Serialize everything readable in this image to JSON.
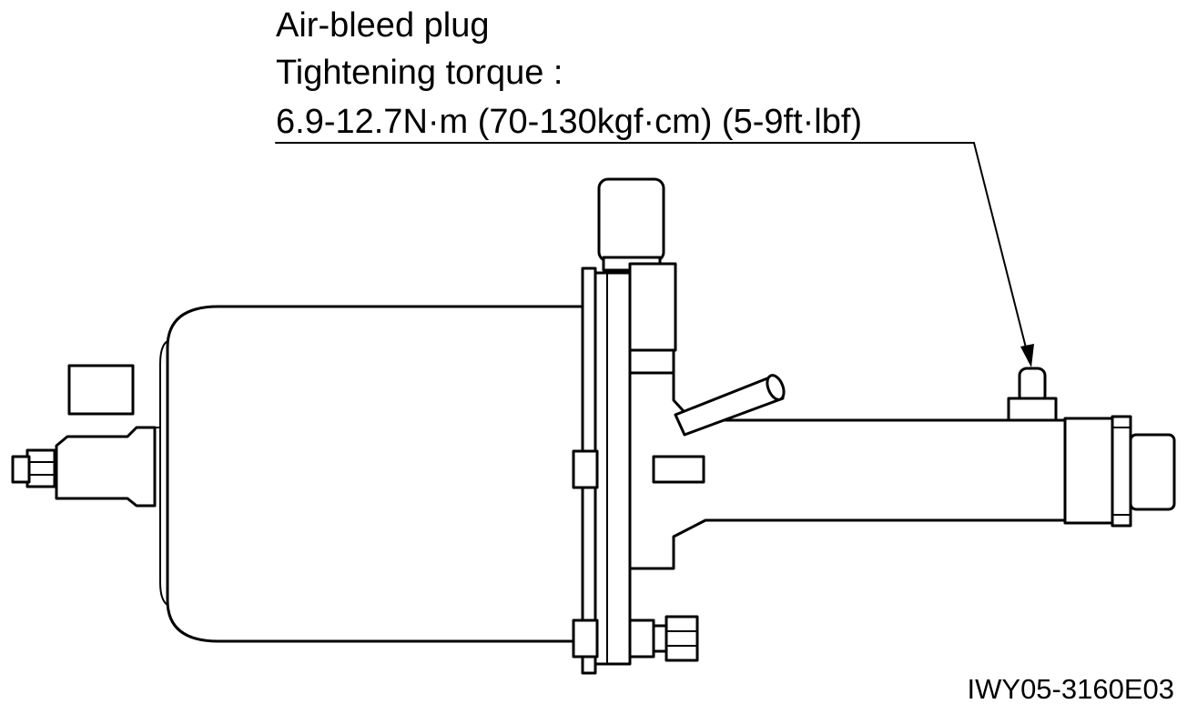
{
  "callout": {
    "title": "Air-bleed plug",
    "torque_label": "Tightening torque :",
    "torque_value": "6.9-12.7N·m (70-130kgf·cm) (5-9ft·lbf)"
  },
  "drawing_id": "IWY05-3160E03"
}
